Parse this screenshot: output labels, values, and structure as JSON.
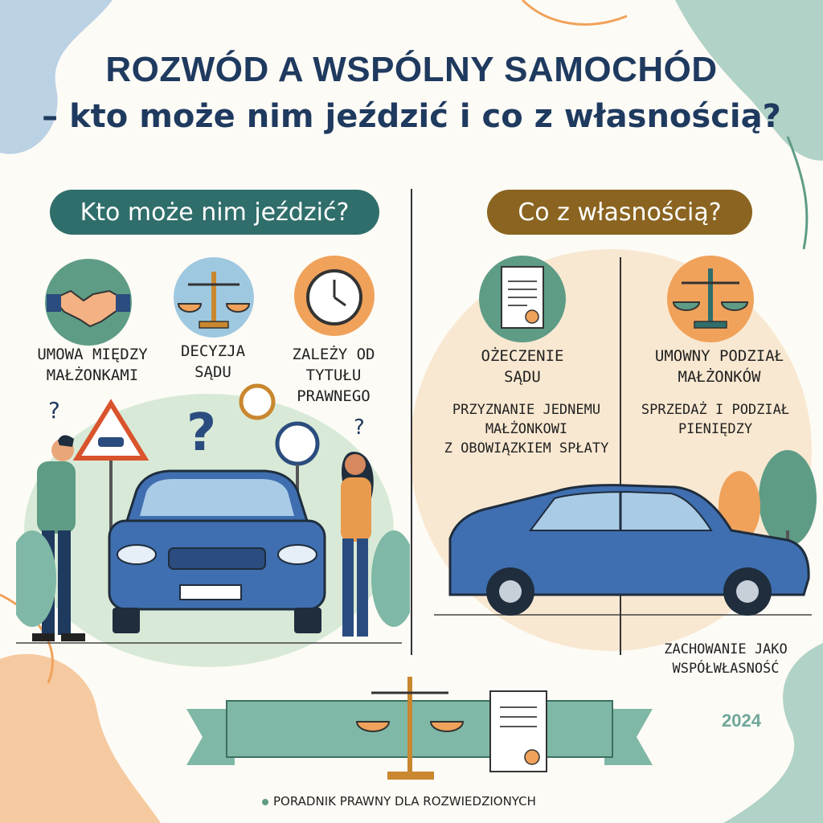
{
  "title": {
    "line1": "ROZWÓD A WSPÓLNY SAMOCHÓD",
    "line2": "– kto może nim jeździć i co z własnością?"
  },
  "left": {
    "heading": "Kto może nim jeździć?",
    "options": [
      {
        "label": "UMOWA MIĘDZY\nMAŁŻONKAMI",
        "icon": "handshake-icon"
      },
      {
        "label": "DECYZJA\nSĄDU",
        "icon": "scales-icon"
      },
      {
        "label": "ZALEŻY OD\nTYTUŁU\nPRAWNEGO",
        "icon": "clock-icon"
      }
    ]
  },
  "right": {
    "heading": "Co z własnością?",
    "options": [
      {
        "label": "OŻECZENIE\nSĄDU",
        "icon": "document-icon"
      },
      {
        "label": "UMOWNY PODZIAŁ\nMAŁŻONKÓW",
        "icon": "scales-icon"
      }
    ],
    "outcomes": [
      "PRZYZNANIE JEDNEMU\nMAŁŻONKOWI\nZ OBOWIĄZKIEM SPŁATY",
      "SPRZEDAŻ I PODZIAŁ\nPIENIĘDZY",
      "ZACHOWANIE JAKO\nWSPÓŁWŁASNOŚĆ"
    ]
  },
  "year": "2024",
  "footer": "PORADNIK PRAWNY DLA ROZWIEDZIONYCH",
  "colors": {
    "navy": "#1f3a5f",
    "teal": "#2f6e6b",
    "brown": "#8a6420",
    "green": "#5e9c86",
    "orange": "#f0a25a",
    "car": "#3f6fb0"
  }
}
